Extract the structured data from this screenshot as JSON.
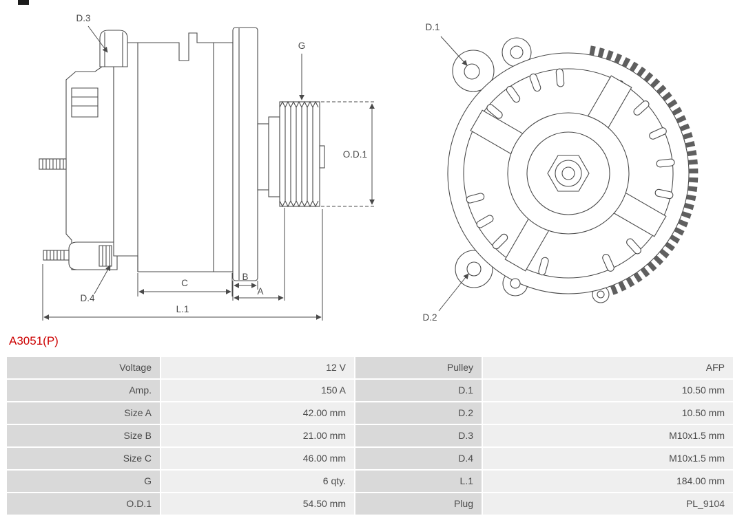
{
  "page": {
    "part_number": "A3051(P)"
  },
  "diagram": {
    "labels": {
      "d1": "D.1",
      "d2": "D.2",
      "d3": "D.3",
      "d4": "D.4",
      "g": "G",
      "od1": "O.D.1",
      "a": "A",
      "b": "B",
      "c": "C",
      "l1": "L.1"
    }
  },
  "spec_table": {
    "rows": [
      {
        "label_left": "Voltage",
        "value_left": "12 V",
        "label_right": "Pulley",
        "value_right": "AFP"
      },
      {
        "label_left": "Amp.",
        "value_left": "150 A",
        "label_right": "D.1",
        "value_right": "10.50 mm"
      },
      {
        "label_left": "Size A",
        "value_left": "42.00 mm",
        "label_right": "D.2",
        "value_right": "10.50 mm"
      },
      {
        "label_left": "Size B",
        "value_left": "21.00 mm",
        "label_right": "D.3",
        "value_right": "M10x1.5 mm"
      },
      {
        "label_left": "Size C",
        "value_left": "46.00 mm",
        "label_right": "D.4",
        "value_right": "M10x1.5 mm"
      },
      {
        "label_left": "G",
        "value_left": "6 qty.",
        "label_right": "L.1",
        "value_right": "184.00 mm"
      },
      {
        "label_left": "O.D.1",
        "value_left": "54.50 mm",
        "label_right": "Plug",
        "value_right": "PL_9104"
      }
    ]
  },
  "colors": {
    "accent_red": "#cc0000",
    "label_cell_bg": "#d9d9d9",
    "value_cell_bg": "#efefef",
    "line_color": "#4a4a4a"
  }
}
